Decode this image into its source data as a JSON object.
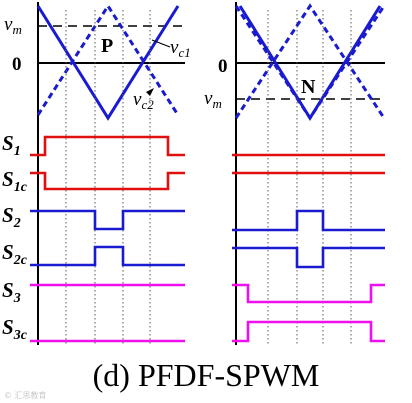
{
  "carrier": {
    "vm_label": "v",
    "vm_sub": "m",
    "zero_label": "0",
    "vc1_label": "v",
    "vc1_sub": "c1",
    "vc2_label": "v",
    "vc2_sub": "c2",
    "region_p": "P",
    "region_n": "N"
  },
  "signals": [
    {
      "id": "s1",
      "label": "S",
      "sub": "1",
      "color": "#e01010"
    },
    {
      "id": "s1c",
      "label": "S",
      "sub": "1c",
      "color": "#e01010"
    },
    {
      "id": "s2",
      "label": "S",
      "sub": "2",
      "color": "#1a1ad0"
    },
    {
      "id": "s2c",
      "label": "S",
      "sub": "2c",
      "color": "#1a1ad0"
    },
    {
      "id": "s3",
      "label": "S",
      "sub": "3",
      "color": "#ee10ee"
    },
    {
      "id": "s3c",
      "label": "S",
      "sub": "3c",
      "color": "#ee10ee"
    }
  ],
  "caption": "(d) PFDF-SPWM",
  "watermark": "© 汇思教育"
}
